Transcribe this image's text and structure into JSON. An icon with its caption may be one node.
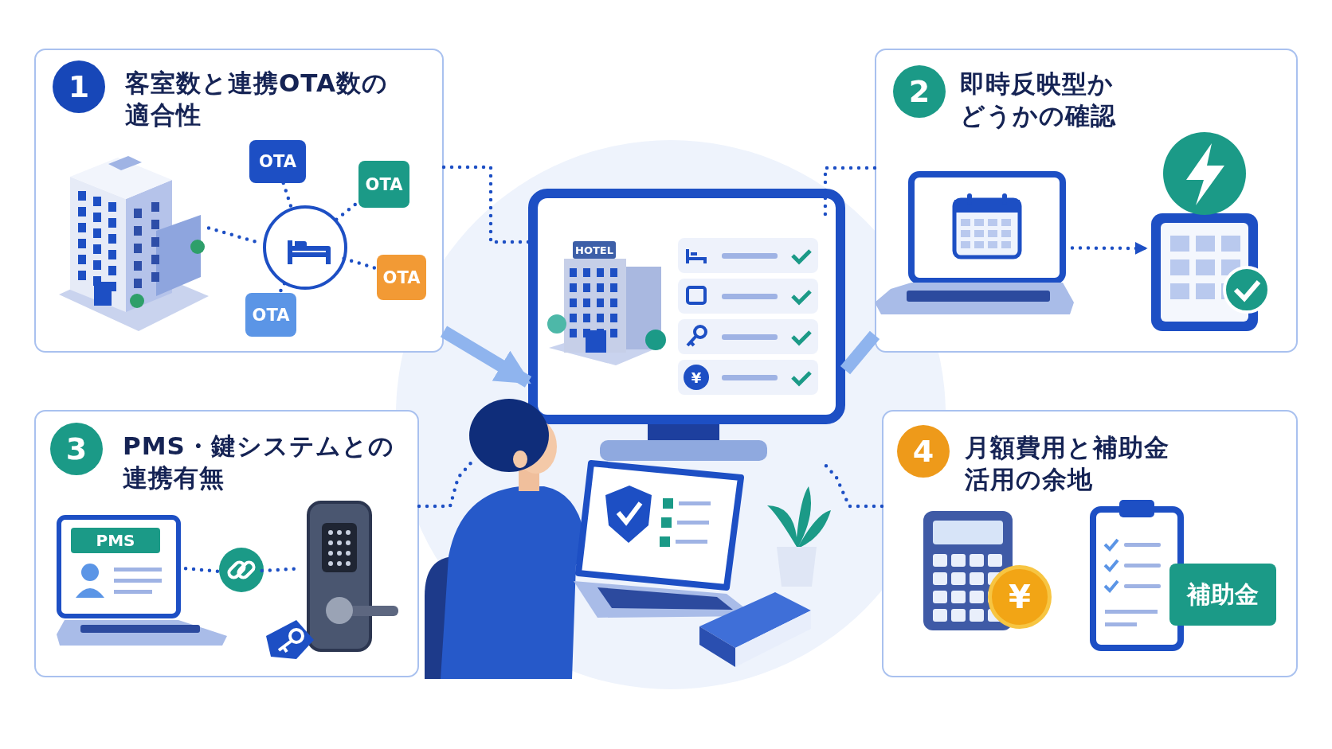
{
  "diagram": {
    "nodes": [
      {
        "text": [
          "客室数と連携OTA数の適合性"
        ]
      },
      {
        "text": [
          "1"
        ],
        "in": 0
      },
      {
        "text": [],
        "shape": "picture",
        "in": 0
      },
      {
        "text": [],
        "shape": "circle",
        "in": 0
      },
      {
        "text": [
          "OTA"
        ],
        "in": 0
      },
      {
        "text": [
          "OTA"
        ],
        "in": 0
      },
      {
        "text": [
          "OTA"
        ],
        "in": 0
      },
      {
        "text": [
          "OTA"
        ],
        "in": 0
      },
      {
        "text": [
          "即時反映型かどうかの確認"
        ]
      },
      {
        "text": [
          "2"
        ],
        "in": 8
      },
      {
        "text": [],
        "shape": "picture",
        "in": 8
      },
      {
        "text": [],
        "shape": "picture",
        "in": 8
      },
      {
        "text": [
          "PMS・鍵システムとの連携有無"
        ]
      },
      {
        "text": [
          "3"
        ],
        "in": 12
      },
      {
        "text": [
          "PMS"
        ],
        "in": 12
      },
      {
        "text": [],
        "shape": "circle",
        "in": 12
      },
      {
        "text": [],
        "shape": "picture",
        "in": 12
      },
      {
        "text": [
          "月額費用と補助金活用の余地"
        ]
      },
      {
        "text": [
          "4"
        ],
        "in": 17
      },
      {
        "text": [
          "補助金"
        ],
        "in": 17
      },
      {
        "text": [],
        "shape": "picture"
      },
      {
        "text": [],
        "shape": "picture"
      }
    ],
    "edges": [
      {
        "from": 2,
        "to": 3,
        "arrow": "none",
        "style": "dashed"
      },
      {
        "from": 3,
        "to": 4,
        "arrow": "none",
        "style": "dashed"
      },
      {
        "from": 3,
        "to": 5,
        "arrow": "none",
        "style": "dashed"
      },
      {
        "from": 3,
        "to": 6,
        "arrow": "none",
        "style": "dashed"
      },
      {
        "from": 3,
        "to": 7,
        "arrow": "none",
        "style": "dashed"
      },
      {
        "from": 0,
        "to": 20,
        "arrow": "none",
        "style": "dashed"
      },
      {
        "from": 0,
        "to": 20,
        "arrow": "to",
        "style": "thick",
        "color": "#8fb4ee"
      },
      {
        "from": 8,
        "to": 20,
        "arrow": "none",
        "style": "dashed"
      },
      {
        "from": 8,
        "to": 20,
        "arrow": "none",
        "style": "thick",
        "color": "#8fb4ee"
      },
      {
        "from": 10,
        "to": 11,
        "arrow": "to",
        "style": "dashed"
      },
      {
        "from": 12,
        "to": 21,
        "arrow": "none",
        "style": "dashed"
      },
      {
        "from": 14,
        "to": 15,
        "arrow": "none",
        "style": "dashed"
      },
      {
        "from": 15,
        "to": 16,
        "arrow": "none",
        "style": "dashed"
      },
      {
        "from": 17,
        "to": 20,
        "arrow": "none",
        "style": "dashed"
      }
    ],
    "labels": [
      "HOTEL",
      "¥",
      "¥"
    ]
  }
}
